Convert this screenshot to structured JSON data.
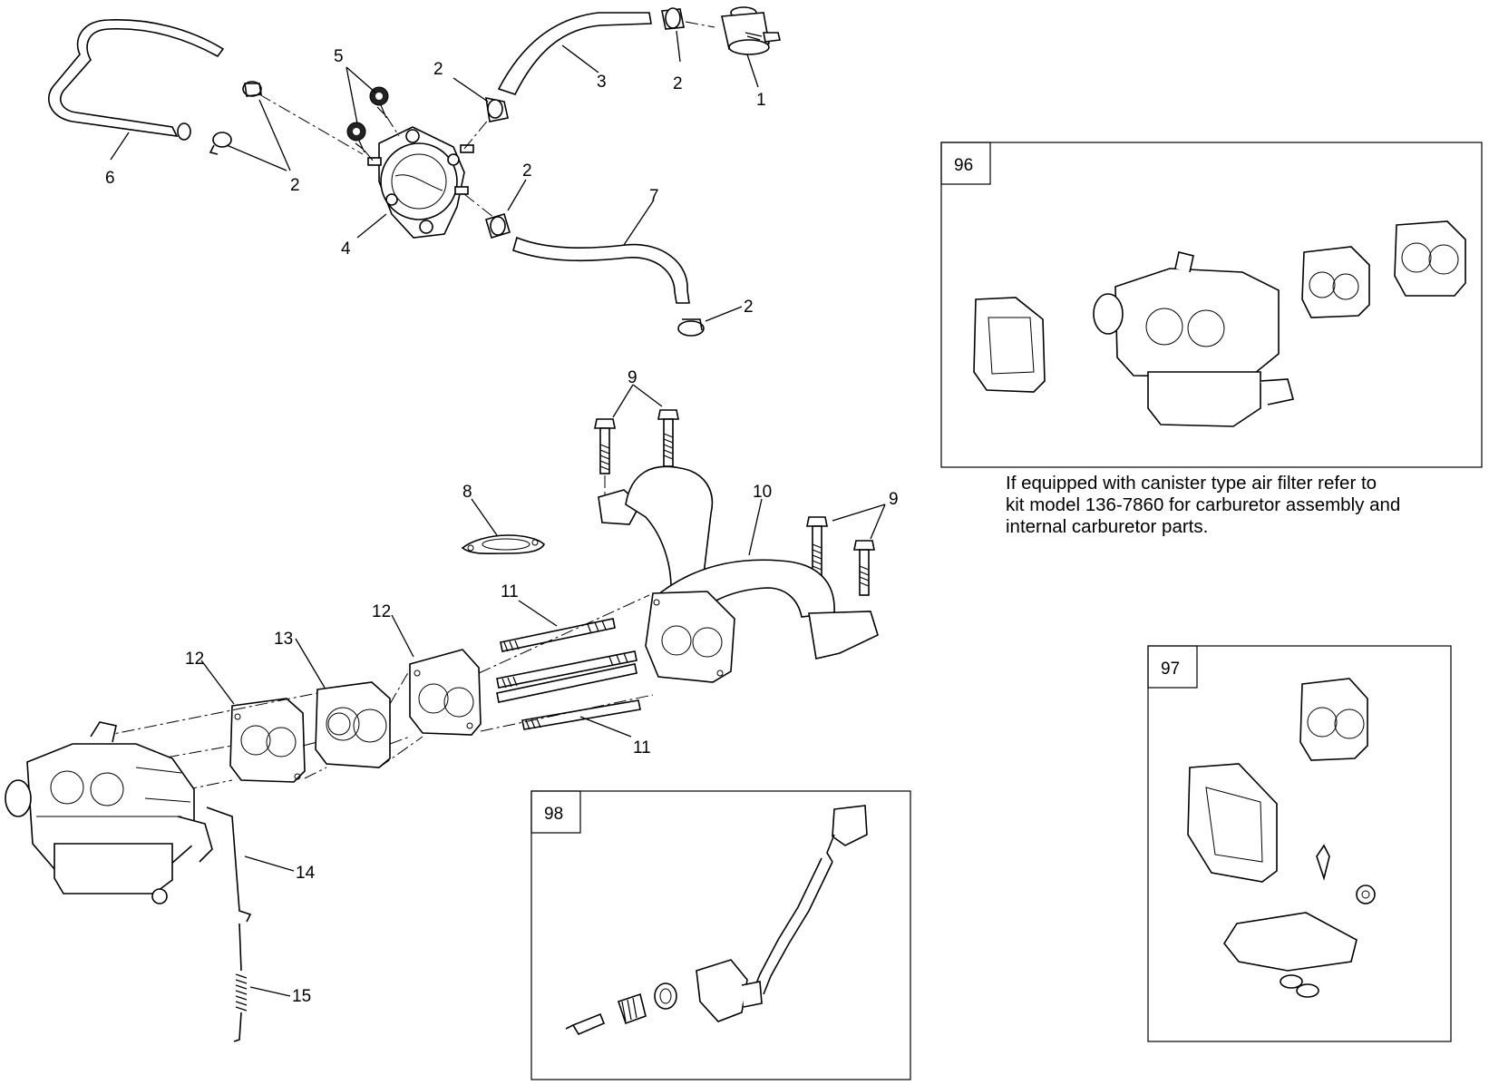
{
  "callouts": {
    "c1": "1",
    "c2a": "2",
    "c2b": "2",
    "c2c": "2",
    "c2d": "2",
    "c2e": "2",
    "c3": "3",
    "c4": "4",
    "c5": "5",
    "c6": "6",
    "c7": "7",
    "c8": "8",
    "c9a": "9",
    "c9b": "9",
    "c10": "10",
    "c11a": "11",
    "c11b": "11",
    "c12a": "12",
    "c12b": "12",
    "c13": "13",
    "c14": "14",
    "c15": "15"
  },
  "kits": {
    "k96": "96",
    "k97": "97",
    "k98": "98"
  },
  "note": {
    "line1": "If equipped with canister type air filter refer to",
    "line2": "kit model 136-7860 for carburetor assembly and",
    "line3": "internal carburetor parts."
  }
}
